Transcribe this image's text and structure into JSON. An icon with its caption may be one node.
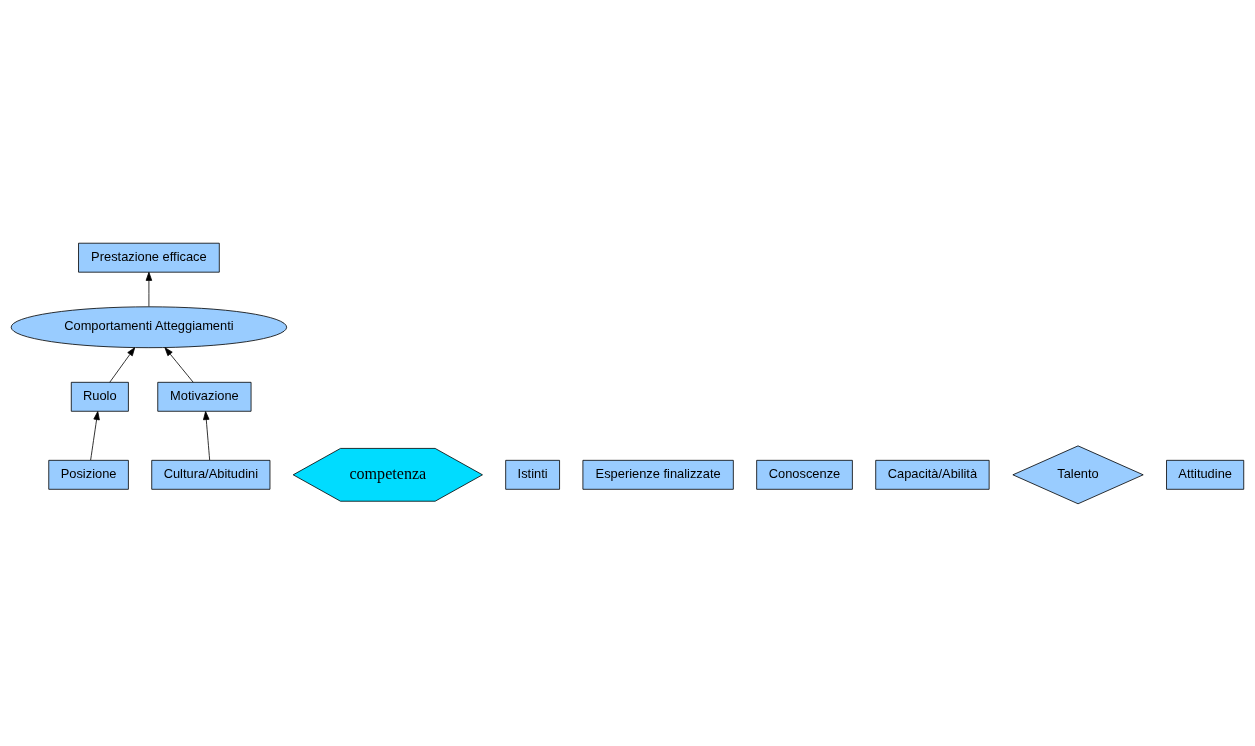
{
  "diagram": {
    "nodes": [
      {
        "text": [
          "Prestazione efficace"
        ]
      },
      {
        "text": [
          "Comportamenti Atteggiamenti"
        ]
      },
      {
        "text": [
          "competenza"
        ]
      },
      {
        "text": [
          "Istinti"
        ]
      },
      {
        "text": [
          "Esperienze finalizzate"
        ]
      },
      {
        "text": [
          "Conoscenze"
        ]
      },
      {
        "text": [
          "Capacità/Abilità"
        ]
      },
      {
        "text": [
          "Talento"
        ]
      },
      {
        "text": [
          "Attitudine"
        ]
      },
      {
        "text": [
          "Ruolo"
        ]
      },
      {
        "text": [
          "Motivazione"
        ]
      },
      {
        "text": [
          "Posizione"
        ]
      },
      {
        "text": [
          "Cultura/Abitudini"
        ]
      }
    ],
    "edges": [
      {
        "from": 1,
        "to": 0,
        "arrow": "to"
      },
      {
        "from": 9,
        "to": 1,
        "arrow": "to"
      },
      {
        "from": 10,
        "to": 1,
        "arrow": "to"
      },
      {
        "from": 11,
        "to": 9,
        "arrow": "to"
      },
      {
        "from": 12,
        "to": 10,
        "arrow": "to"
      }
    ]
  }
}
